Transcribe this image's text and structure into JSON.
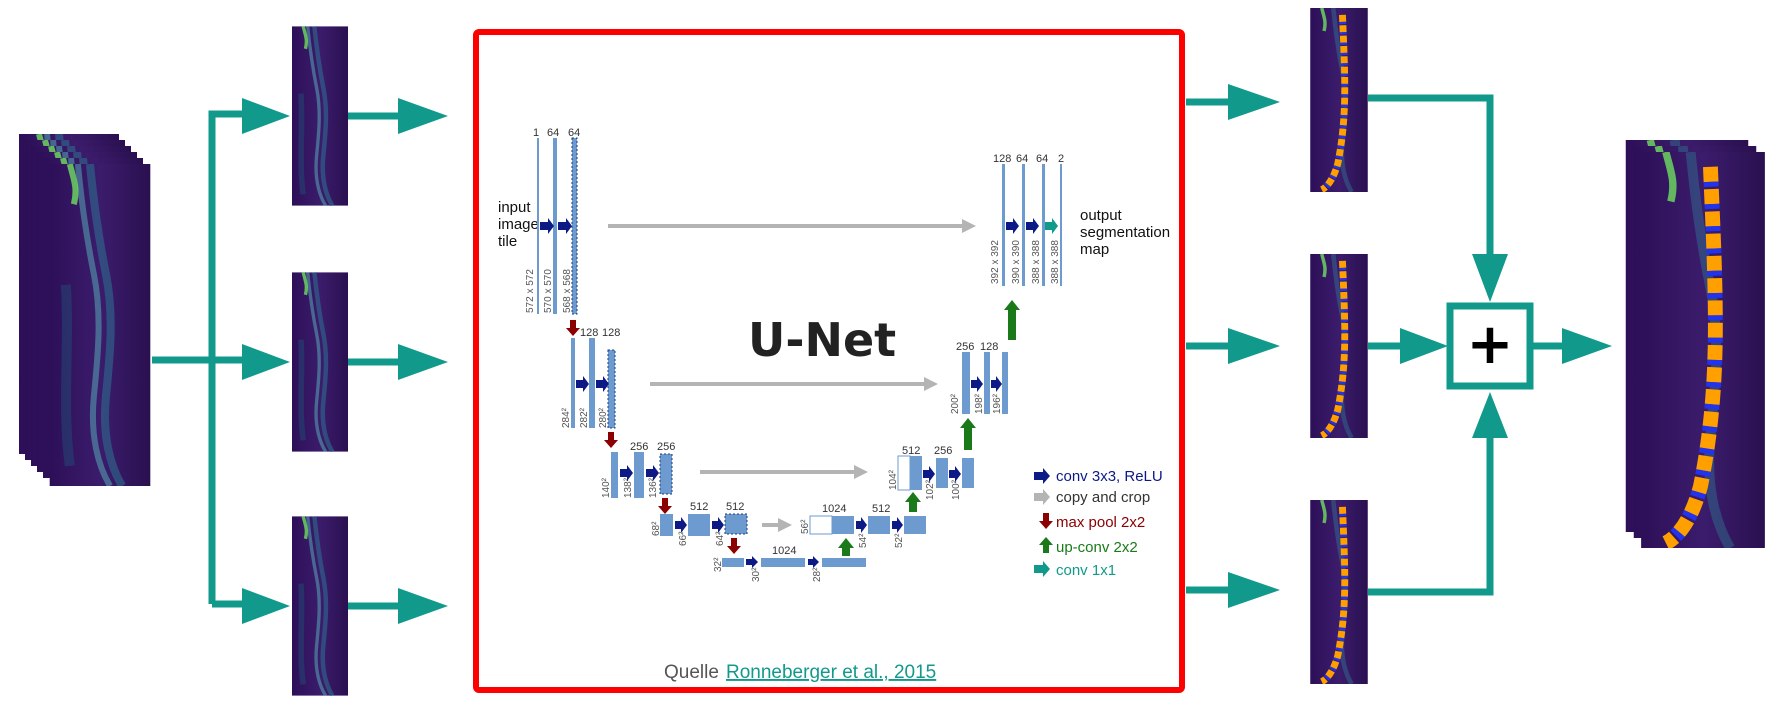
{
  "colors": {
    "teal": "#119a8b",
    "frame_red": "#ff0000",
    "feature_map": "#6d9bd0",
    "conv_arrow": "#0d1a86",
    "copy_arrow": "#b4b4b4",
    "pool_arrow": "#8b0000",
    "upconv_arrow": "#1a7a1a",
    "conv1x1_arrow": "#119a8b",
    "mri_bg": "#3a1466",
    "segmentation_orange": "#ffa000",
    "segmentation_blue": "#2233ee",
    "link_color": "#119a8b"
  },
  "unet": {
    "title": "U-Net",
    "input_label": [
      "input",
      "image",
      "tile"
    ],
    "output_label": [
      "output",
      "segmentation",
      "map"
    ],
    "level1_enc": {
      "channels": [
        "1",
        "64",
        "64"
      ],
      "sizes": [
        "572 x 572",
        "570 x 570",
        "568 x 568"
      ]
    },
    "level1_dec": {
      "channels": [
        "128",
        "64",
        "64",
        "2"
      ],
      "sizes": [
        "392 x 392",
        "390 x 390",
        "388 x 388",
        "388 x 388"
      ]
    },
    "level2_enc": {
      "channels": [
        "128",
        "128"
      ],
      "sizes": [
        "284²",
        "282²",
        "280²"
      ]
    },
    "level2_dec": {
      "channels": [
        "256",
        "128"
      ],
      "sizes": [
        "200²",
        "198²",
        "196²"
      ]
    },
    "level3_enc": {
      "channels": [
        "256",
        "256"
      ],
      "sizes": [
        "140²",
        "138²",
        "136²"
      ]
    },
    "level3_dec": {
      "channels": [
        "512",
        "256"
      ],
      "sizes": [
        "104²",
        "102²",
        "100²"
      ]
    },
    "level4_enc": {
      "channels": [
        "512",
        "512"
      ],
      "sizes": [
        "68²",
        "66²",
        "64²"
      ]
    },
    "level4_dec": {
      "channels": [
        "1024",
        "512"
      ],
      "sizes": [
        "56²",
        "54²",
        "52²"
      ]
    },
    "level5": {
      "channels": [
        "1024"
      ],
      "sizes": [
        "32²",
        "30²",
        "28²"
      ]
    }
  },
  "legend": [
    {
      "label": "conv 3x3, ReLU",
      "icon": "conv-arrow-icon",
      "color": "#0d1a86"
    },
    {
      "label": "copy and crop",
      "icon": "copy-crop-arrow-icon",
      "color": "#333333"
    },
    {
      "label": "max pool 2x2",
      "icon": "max-pool-arrow-icon",
      "color": "#8b0000"
    },
    {
      "label": "up-conv 2x2",
      "icon": "up-conv-arrow-icon",
      "color": "#1a7a1a"
    },
    {
      "label": "conv 1x1",
      "icon": "conv-1x1-arrow-icon",
      "color": "#119a8b"
    }
  ],
  "source": {
    "prefix": "Quelle",
    "link_text": "Ronneberger et al., 2015"
  },
  "combine_symbol": "+"
}
